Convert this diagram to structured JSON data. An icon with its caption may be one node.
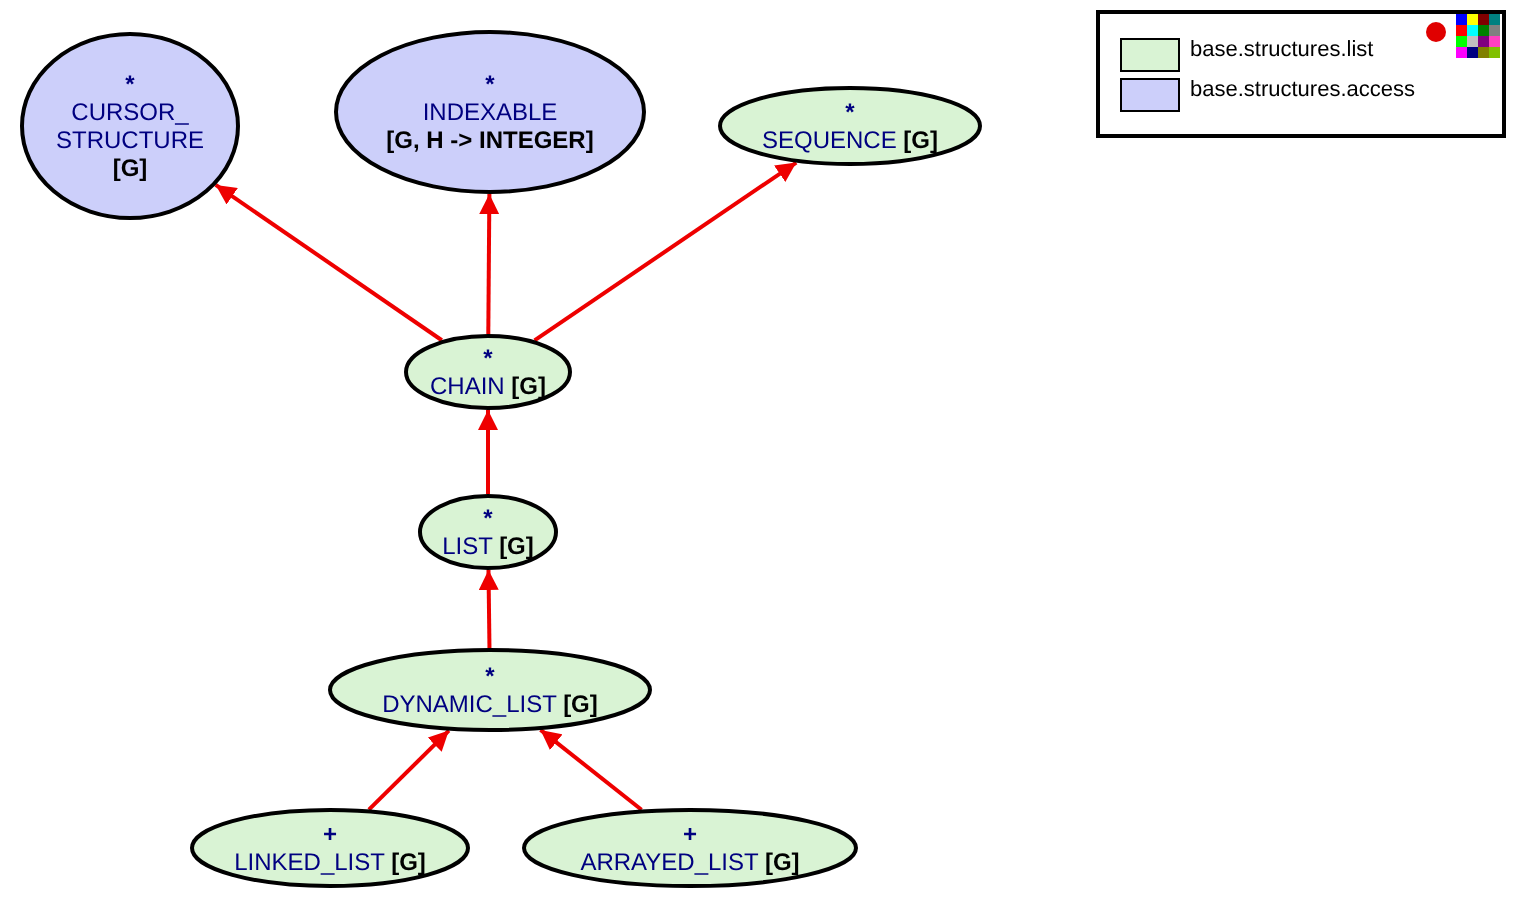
{
  "diagram": {
    "nodes": [
      {
        "text": [
          "*",
          "CURSOR_ STRUCTURE",
          "[G]"
        ]
      },
      {
        "text": [
          "*",
          "INDEXABLE",
          "[G, H -> INTEGER]"
        ]
      },
      {
        "text": [
          "*",
          "SEQUENCE **[G]**"
        ]
      },
      {
        "text": [
          "*",
          "CHAIN **[G]**"
        ]
      },
      {
        "text": [
          "*",
          "LIST **[G]**"
        ]
      },
      {
        "text": [
          "*",
          "DYNAMIC_LIST **[G]**"
        ]
      },
      {
        "text": [
          "+",
          "LINKED_LIST **[G]**"
        ]
      },
      {
        "text": [
          "+",
          "ARRAYED_LIST **[G]**"
        ]
      }
    ],
    "edges": [
      {
        "from": 3,
        "to": 0,
        "arrow": "to"
      },
      {
        "from": 3,
        "to": 1,
        "arrow": "to"
      },
      {
        "from": 3,
        "to": 2,
        "arrow": "to"
      },
      {
        "from": 4,
        "to": 3,
        "arrow": "to"
      },
      {
        "from": 5,
        "to": 4,
        "arrow": "to"
      },
      {
        "from": 6,
        "to": 5,
        "arrow": "to"
      },
      {
        "from": 7,
        "to": 5,
        "arrow": "to"
      }
    ],
    "legend": [
      {
        "text": "base.structures.list",
        "color": "#d9f3d4"
      },
      {
        "text": "base.structures.access",
        "color": "#cccffa"
      }
    ]
  }
}
